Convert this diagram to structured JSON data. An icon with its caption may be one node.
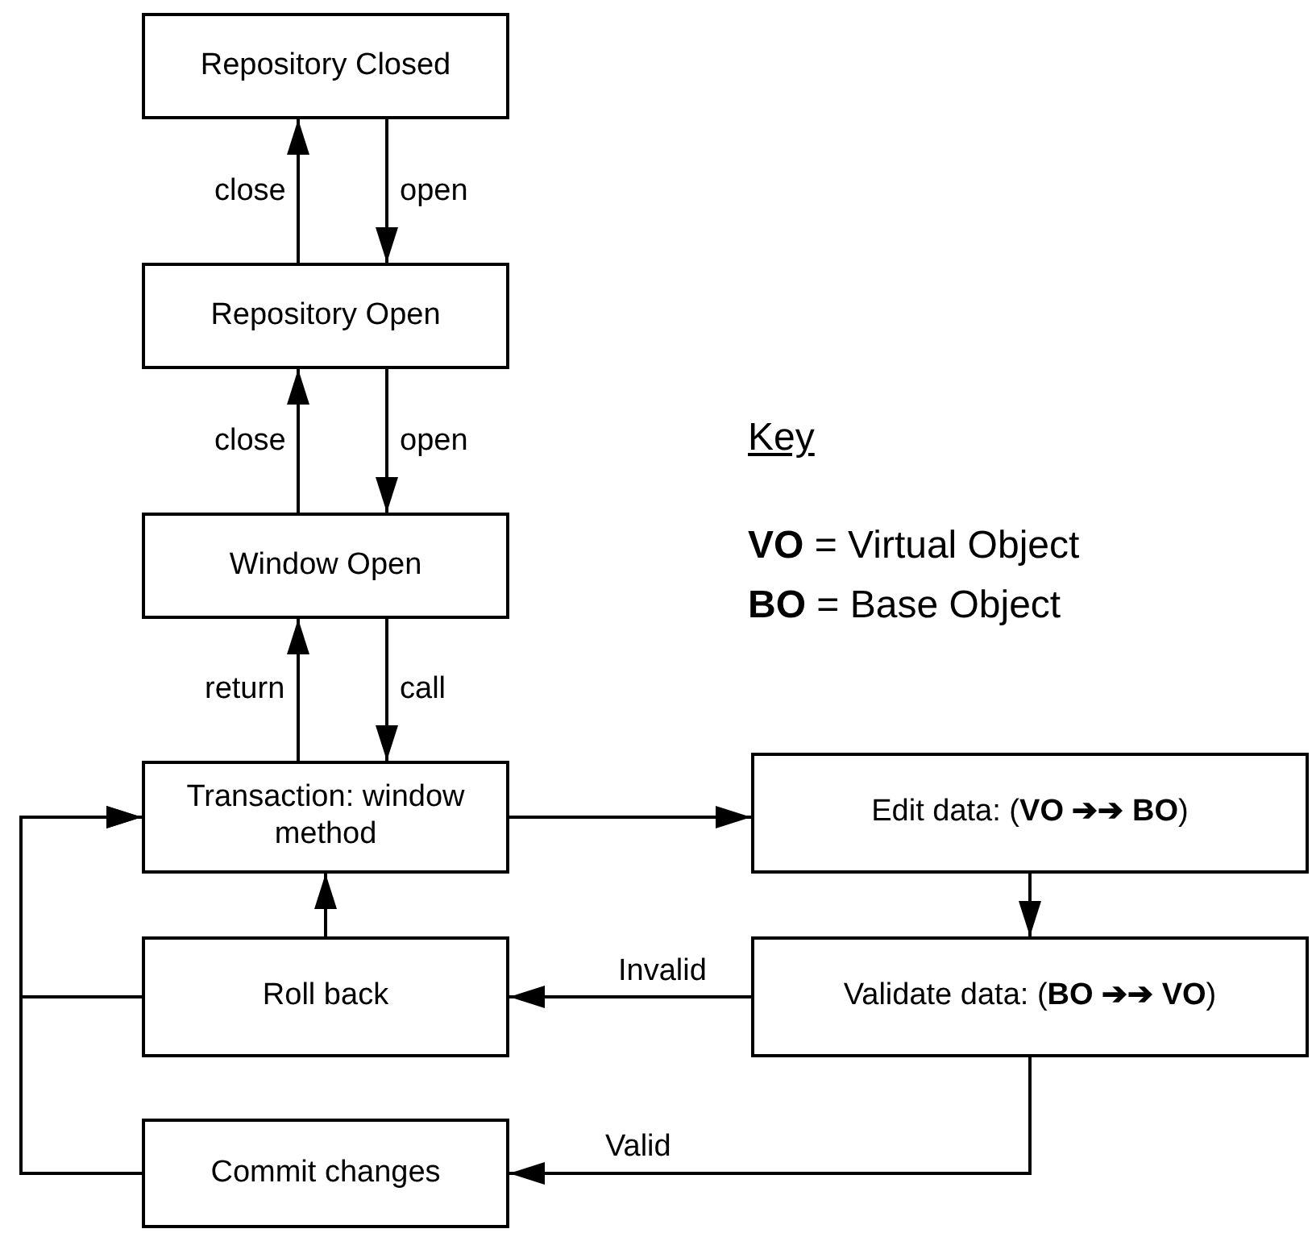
{
  "diagram": {
    "nodes": [
      {
        "text": [
          "Repository Closed"
        ]
      },
      {
        "text": [
          "Repository Open"
        ]
      },
      {
        "text": [
          "Window Open"
        ]
      },
      {
        "text": [
          "Transaction: window method"
        ]
      },
      {
        "text": [
          "Edit data: (**VO ➔➔ BO**)"
        ]
      },
      {
        "text": [
          "Validate data: (**BO ➔➔ VO**)"
        ]
      },
      {
        "text": [
          "Roll back"
        ]
      },
      {
        "text": [
          "Commit changes"
        ]
      }
    ],
    "edges": [
      {
        "from": 0,
        "to": 1,
        "arrow": "to",
        "label": "open"
      },
      {
        "from": 1,
        "to": 0,
        "arrow": "to",
        "label": "close"
      },
      {
        "from": 1,
        "to": 2,
        "arrow": "to",
        "label": "open"
      },
      {
        "from": 2,
        "to": 1,
        "arrow": "to",
        "label": "close"
      },
      {
        "from": 2,
        "to": 3,
        "arrow": "to",
        "label": "call"
      },
      {
        "from": 3,
        "to": 2,
        "arrow": "to",
        "label": "return"
      },
      {
        "from": 3,
        "to": 4,
        "arrow": "to"
      },
      {
        "from": 4,
        "to": 5,
        "arrow": "to"
      },
      {
        "from": 5,
        "to": 6,
        "arrow": "to",
        "label": "Invalid"
      },
      {
        "from": 5,
        "to": 7,
        "arrow": "to",
        "label": "Valid"
      },
      {
        "from": 6,
        "to": 3,
        "arrow": "to"
      },
      {
        "from": 6,
        "to": 3,
        "arrow": "to"
      },
      {
        "from": 7,
        "to": 3,
        "arrow": "to"
      }
    ],
    "labels": [
      "Key",
      "**VO** = Virtual Object",
      "**BO** = Base Object"
    ]
  }
}
